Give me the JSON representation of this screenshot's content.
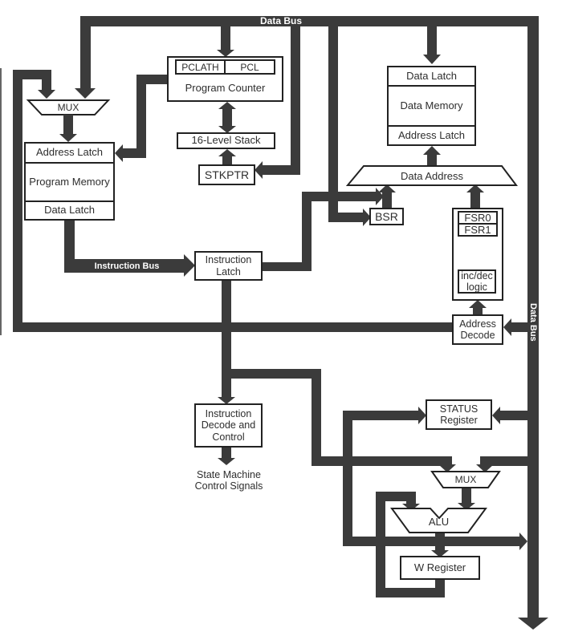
{
  "colors": {
    "bus": "#3b3b3b",
    "border": "#222222",
    "text": "#2e2e2e",
    "bus_text": "#ffffff"
  },
  "buses": {
    "top": "Data Bus",
    "right": "Data Bus",
    "instruction": "Instruction Bus"
  },
  "blocks": {
    "pclath": "PCLATH",
    "pcl": "PCL",
    "program_counter": "Program Counter",
    "stack": "16-Level Stack",
    "stkptr": "STKPTR",
    "mux_program": "MUX",
    "prog_mem": {
      "address_latch": "Address Latch",
      "program_memory": "Program Memory",
      "data_latch": "Data Latch"
    },
    "data_mem": {
      "data_latch": "Data Latch",
      "data_memory": "Data Memory",
      "address_latch": "Address Latch"
    },
    "data_address": "Data Address",
    "bsr": "BSR",
    "fsr0": "FSR0",
    "fsr1": "FSR1",
    "inc_dec": {
      "line1": "inc/dec",
      "line2": "logic"
    },
    "address_decode": {
      "line1": "Address",
      "line2": "Decode"
    },
    "instruction_latch": {
      "line1": "Instruction",
      "line2": "Latch"
    },
    "instruction_decode": {
      "line1": "Instruction",
      "line2": "Decode and",
      "line3": "Control"
    },
    "status": {
      "line1": "STATUS",
      "line2": "Register"
    },
    "mux_alu": "MUX",
    "alu": "ALU",
    "w_register": "W Register"
  },
  "annotations": {
    "state_machine": {
      "line1": "State Machine",
      "line2": "Control Signals"
    }
  }
}
